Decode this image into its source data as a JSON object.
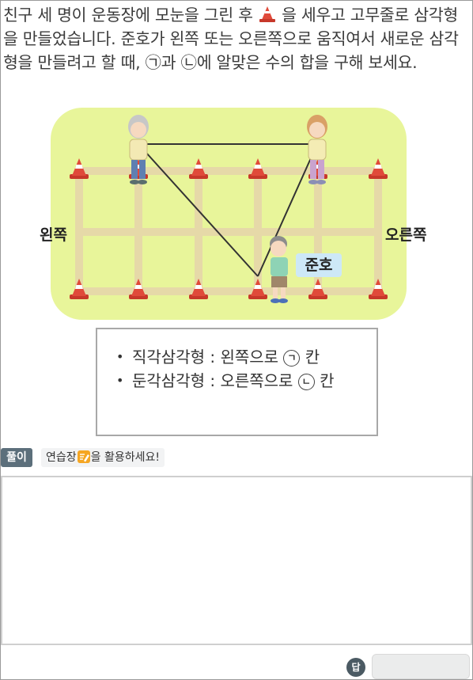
{
  "question": {
    "text_before_icon": "친구 세 명이 운동장에 모눈을 그린 후 ",
    "icon": "traffic-cone-icon",
    "text_after_icon": " 을 세우고 고무줄로 삼각형을 만들었습니다. 준호가 왼쪽 또는 오른쪽으로 움직여서 새로운 삼각형을 만들려고 할 때, ㉠과 ㉡에 알맞은 수의 합을 구해 보세요."
  },
  "scene": {
    "left_label": "왼쪽",
    "right_label": "오른쪽",
    "character_label": "준호",
    "colors": {
      "field": "#e8f59a",
      "grid_line": "#e6d9a8",
      "cone": "#e04a3a",
      "rubber_band": "#333333"
    }
  },
  "info": {
    "items": [
      {
        "prefix": "직각삼각형 : 왼쪽으로 ",
        "marker": "ㄱ",
        "suffix": " 칸"
      },
      {
        "prefix": "둔각삼각형 : 오른쪽으로 ",
        "marker": "ㄴ",
        "suffix": " 칸"
      }
    ]
  },
  "solution": {
    "tag": "풀이",
    "hint_before": "연습장",
    "hint_icon": "notepad-pencil-icon",
    "hint_after": "을 활용하세요!"
  },
  "answer": {
    "label": "답",
    "value": ""
  }
}
